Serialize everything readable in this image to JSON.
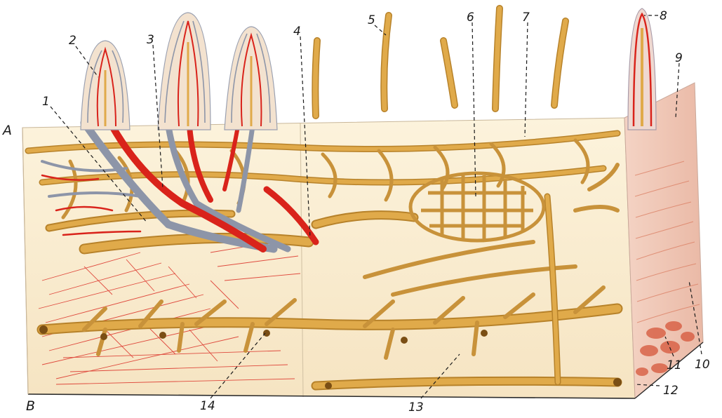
{
  "diagram": {
    "side_labels": {
      "top": "A",
      "bottom": "B"
    },
    "labels": [
      "1",
      "2",
      "3",
      "4",
      "5",
      "6",
      "7",
      "8",
      "9",
      "10",
      "11",
      "12",
      "13",
      "14"
    ],
    "colors": {
      "background": "#fbf0d6",
      "lymph_vessel": "#e0aa4a",
      "lymph_edge": "#b7822a",
      "artery": "#d9231b",
      "vein": "#8d95a8",
      "muscle_face": "#f2cfc0",
      "muscle_fiber": "#d9785c"
    }
  }
}
